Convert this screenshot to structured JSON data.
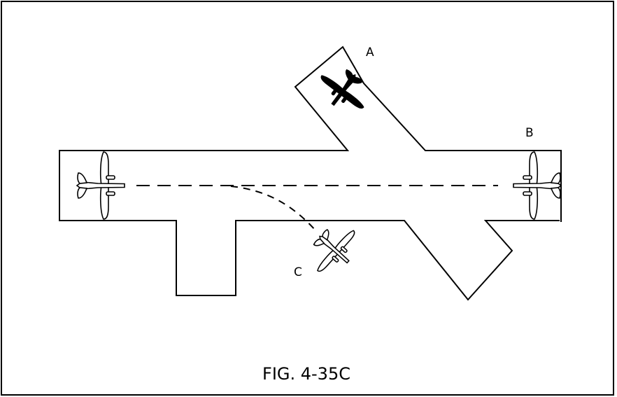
{
  "figure": {
    "caption": "FIG. 4-35C",
    "aircraft_labels": {
      "a": "A",
      "b": "B",
      "c": "C"
    },
    "ink_color": "#000000",
    "paper_color": "#ffffff"
  }
}
